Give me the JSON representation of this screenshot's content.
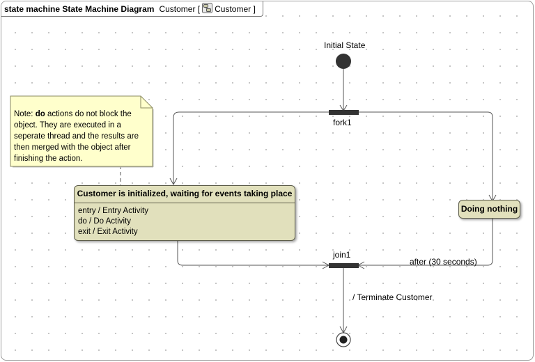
{
  "header": {
    "keyword": "state machine",
    "diagram_name": "State Machine Diagram",
    "context_label": "Customer [",
    "context_icon": "state-machine-icon",
    "context_name": "Customer",
    "context_close": "]"
  },
  "nodes": {
    "initial_label": "Initial State",
    "fork_label": "fork1",
    "join_label": "join1"
  },
  "note": {
    "prefix": "Note:",
    "keyword": "do",
    "text": "actions do not block the object. They are executed in a seperate thread and the results are then merged with the object after finishing the action."
  },
  "states": {
    "main": {
      "name": "Customer is initialized, waiting for events taking place",
      "entry": "entry / Entry Activity",
      "do": "do / Do Activity",
      "exit": "exit / Exit Activity"
    },
    "idle": {
      "name": "Doing nothing"
    }
  },
  "transitions": {
    "timeout": "after (30 seconds)",
    "terminate": "/ Terminate Customer"
  },
  "colors": {
    "state_fill": "#e1e0bc",
    "note_fill": "#ffffcc",
    "bar": "#333333"
  }
}
